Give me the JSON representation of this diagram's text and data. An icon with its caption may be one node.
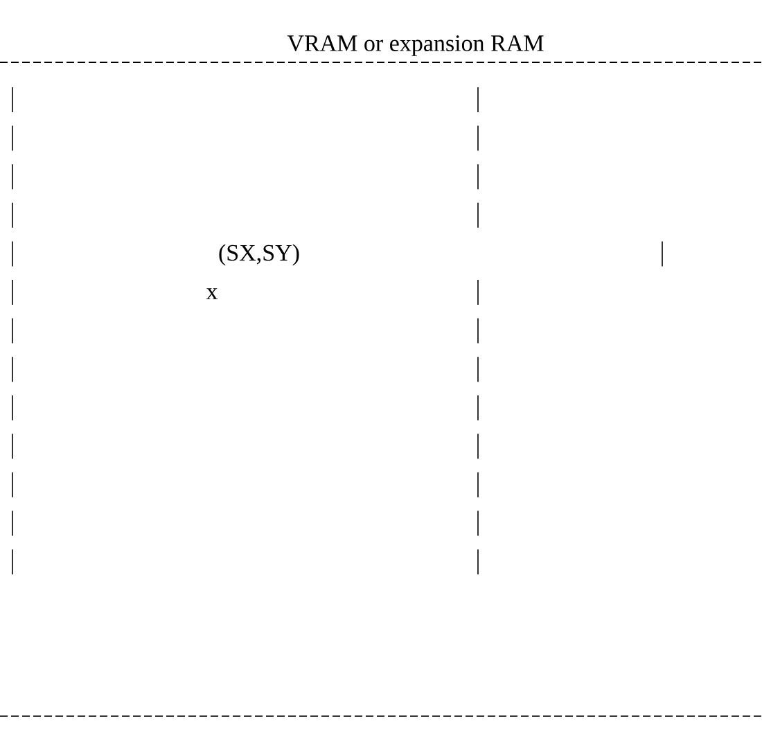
{
  "diagram": {
    "title": "VRAM or expansion RAM",
    "labels": [
      "(SX,SY)",
      "x"
    ]
  }
}
